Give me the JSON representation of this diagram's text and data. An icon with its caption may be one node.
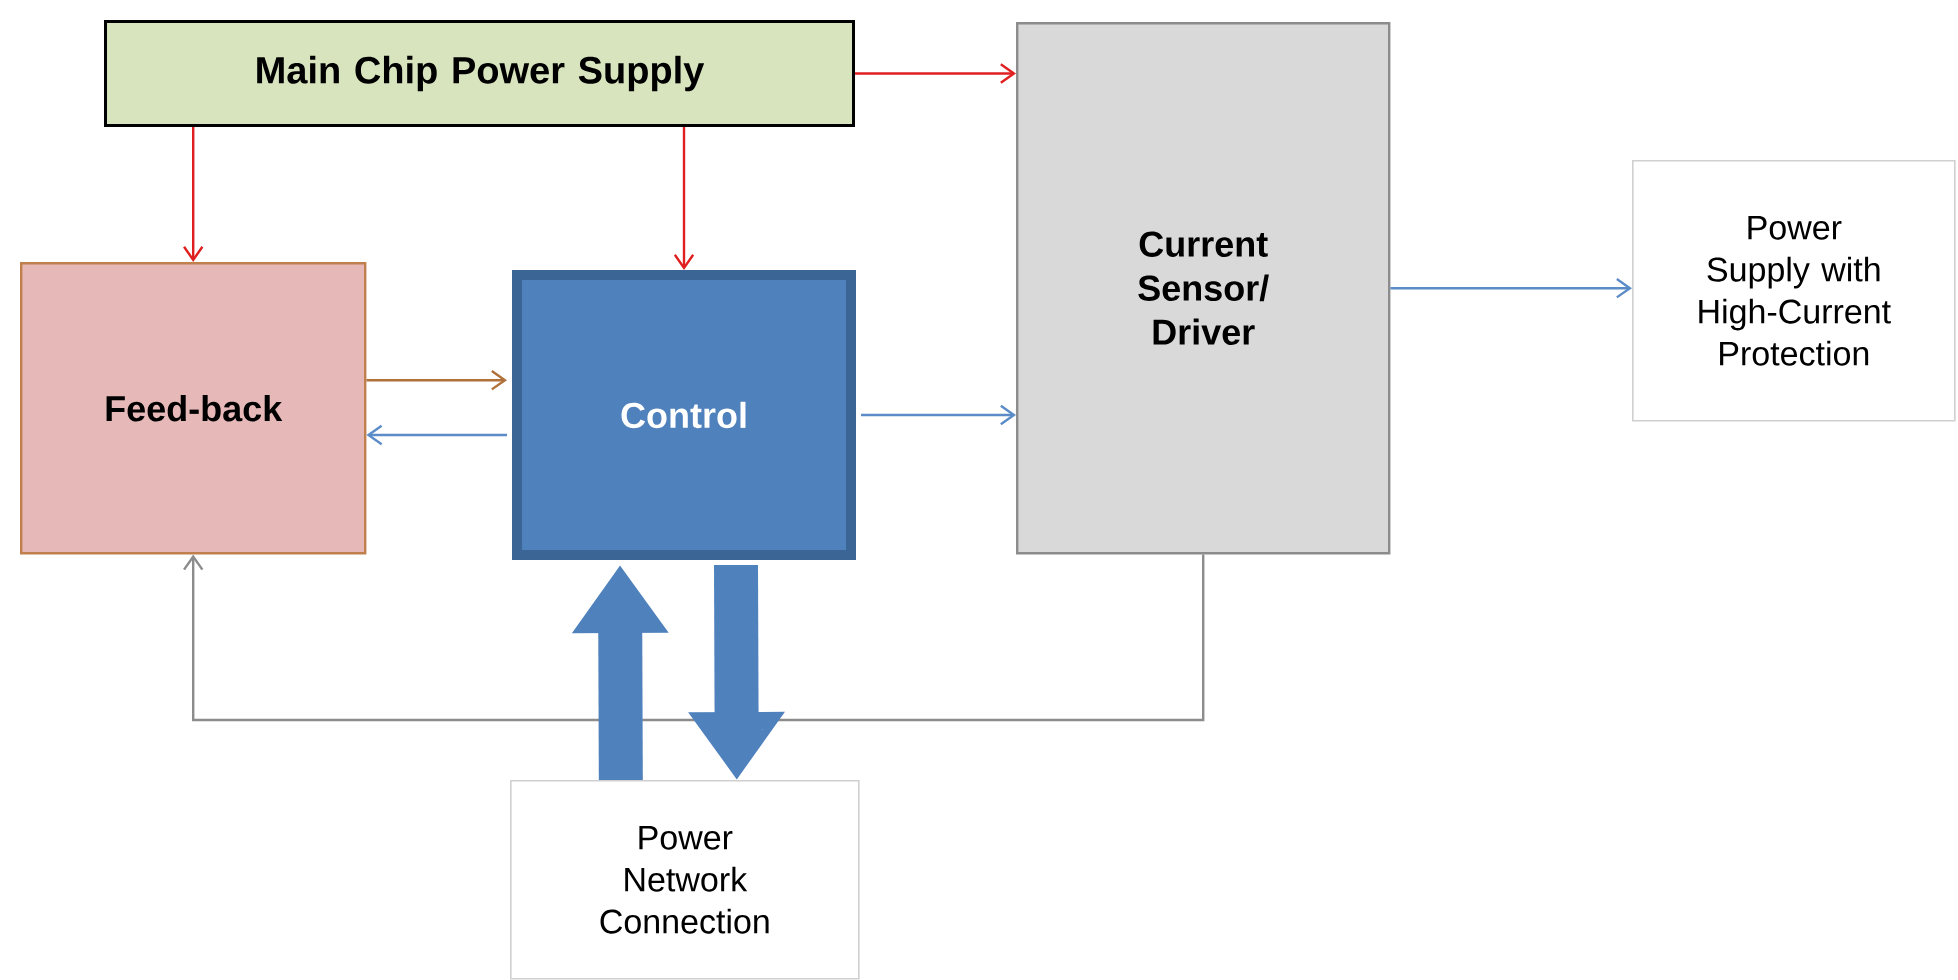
{
  "diagram": {
    "nodes": [
      {
        "text": [
          "Main Chip Power Supply"
        ]
      },
      {
        "text": [
          "Feed-back"
        ]
      },
      {
        "text": [
          "Control"
        ]
      },
      {
        "text": [
          "Current Sensor/ Driver"
        ]
      },
      {
        "text": [
          "Power Supply with High-Current Protection"
        ]
      },
      {
        "text": [
          "Power Network Connection"
        ]
      }
    ],
    "edges": [
      {
        "from": 0,
        "to": 1,
        "arrow": "to",
        "color": "#e02020"
      },
      {
        "from": 0,
        "to": 2,
        "arrow": "to",
        "color": "#e02020"
      },
      {
        "from": 0,
        "to": 3,
        "arrow": "to",
        "color": "#e02020"
      },
      {
        "from": 1,
        "to": 2,
        "arrow": "to",
        "color": "#b0703a"
      },
      {
        "from": 2,
        "to": 1,
        "arrow": "to",
        "color": "#5b8cc8"
      },
      {
        "from": 2,
        "to": 3,
        "arrow": "to",
        "color": "#5b8cc8"
      },
      {
        "from": 3,
        "to": 4,
        "arrow": "to",
        "color": "#5b8cc8"
      },
      {
        "from": 3,
        "to": 1,
        "arrow": "to",
        "color": "#8c8c8c"
      },
      {
        "from": 5,
        "to": 2,
        "arrow": "to",
        "style": "thick",
        "color": "#4f81bd"
      },
      {
        "from": 2,
        "to": 5,
        "arrow": "to",
        "style": "thick",
        "color": "#4f81bd"
      }
    ]
  }
}
